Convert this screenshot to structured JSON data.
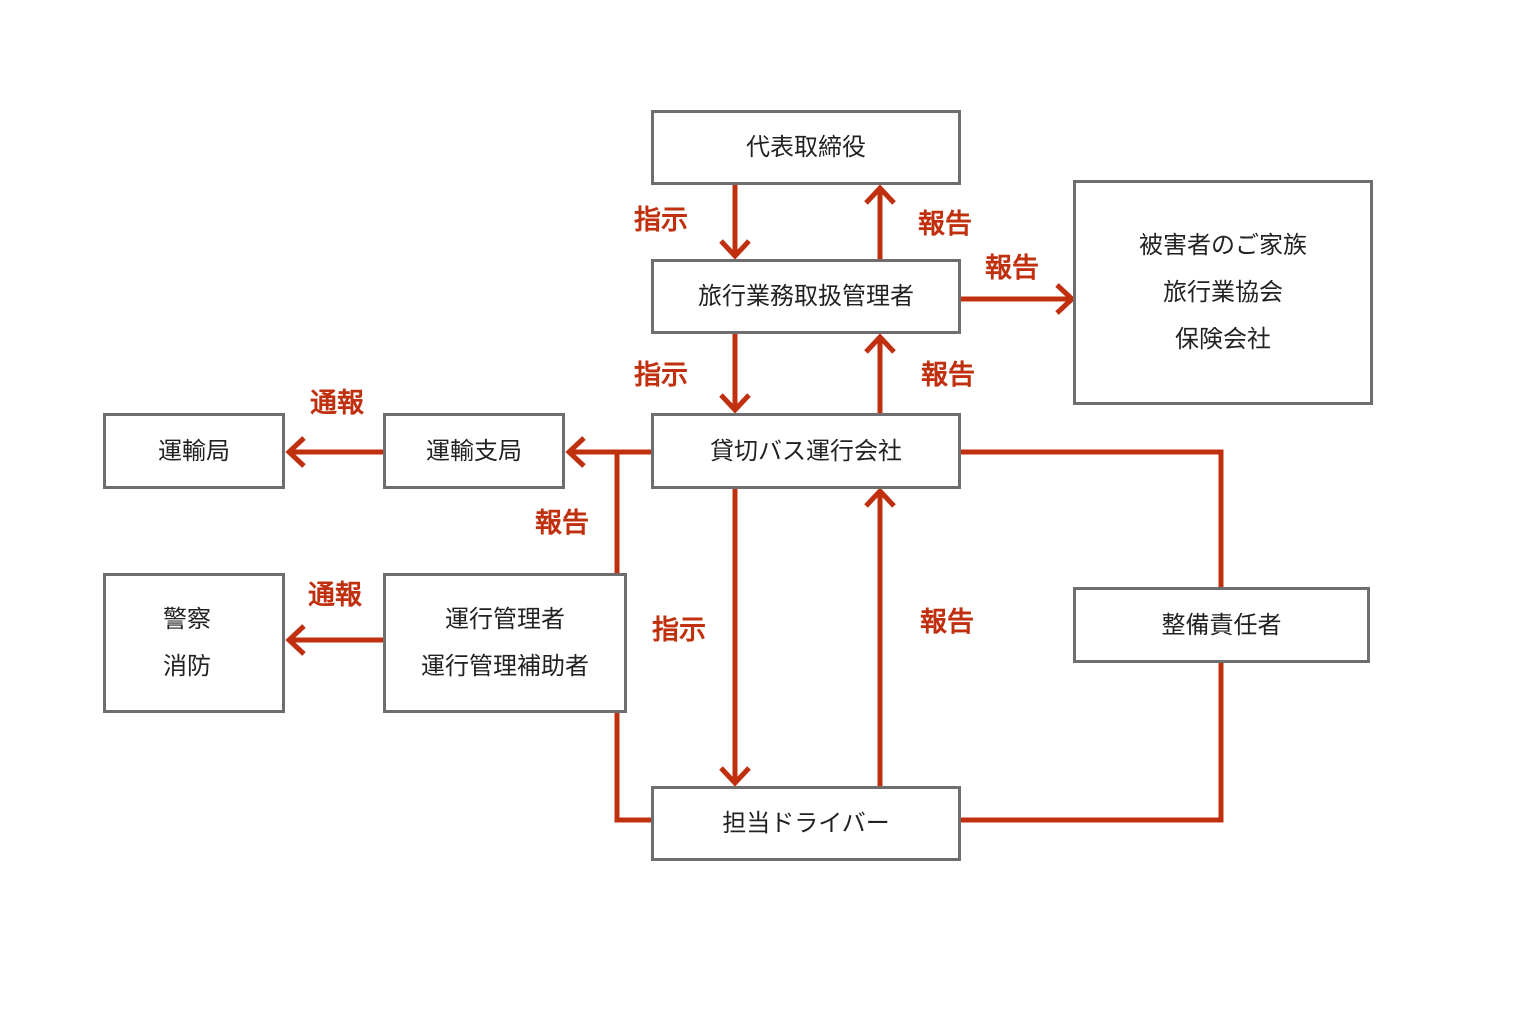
{
  "boxes": {
    "president": [
      "代表取締役"
    ],
    "travel_manager": [
      "旅行業務取扱管理者"
    ],
    "victims_group": [
      "被害者のご家族",
      "旅行業協会",
      "保険会社"
    ],
    "bus_company": [
      "貸切バス運行会社"
    ],
    "transport_branch": [
      "運輸支局"
    ],
    "transport_bureau": [
      "運輸局"
    ],
    "police_fire": [
      "警察",
      "消防"
    ],
    "operation_manager": [
      "運行管理者",
      "運行管理補助者"
    ],
    "maintenance_manager": [
      "整備責任者"
    ],
    "driver": [
      "担当ドライバー"
    ]
  },
  "labels": {
    "instruct_1": "指示",
    "report_1": "報告",
    "report_external": "報告",
    "instruct_2": "指示",
    "report_2": "報告",
    "notify_bureau": "通報",
    "report_branch": "報告",
    "notify_police": "通報",
    "instruct_3": "指示",
    "report_3": "報告"
  },
  "colors": {
    "arrow": "#c0300f",
    "label": "#c0300f",
    "box_border": "#6e6e6e",
    "text": "#222222"
  }
}
